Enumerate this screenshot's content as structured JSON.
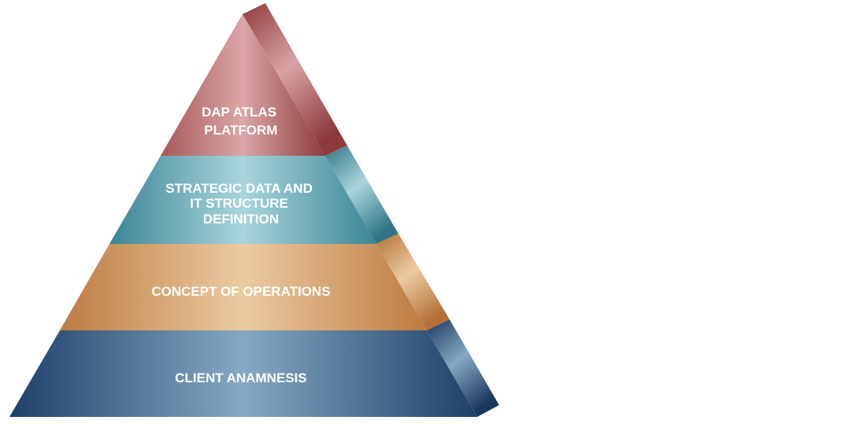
{
  "levels": [
    {
      "lines": [
        "DAP ATLAS",
        "PLATFORM"
      ],
      "colors": {
        "dark": "#8e3a3c",
        "light": "#daa6a7"
      }
    },
    {
      "lines": [
        "STRATEGIC DATA AND",
        "IT STRUCTURE",
        "DEFINITION"
      ],
      "colors": {
        "dark": "#3b8595",
        "light": "#a9d5dc"
      }
    },
    {
      "lines": [
        "CONCEPT OF OPERATIONS"
      ],
      "colors": {
        "dark": "#bd7a40",
        "light": "#ebcba2"
      }
    },
    {
      "lines": [
        "CLIENT ANAMNESIS"
      ],
      "colors": {
        "dark": "#1e3f68",
        "light": "#86a8c3"
      }
    }
  ]
}
